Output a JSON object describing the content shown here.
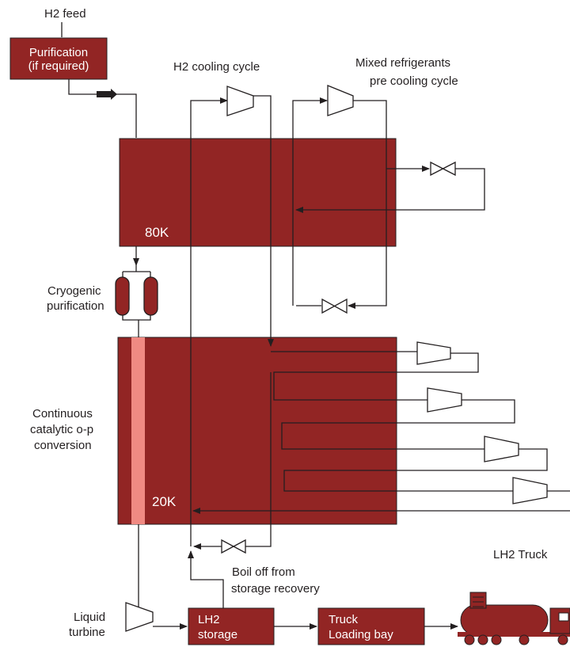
{
  "labels": {
    "h2_feed": "H2 feed",
    "purification_line1": "Purification",
    "purification_line2": "(if required)",
    "h2_cooling_cycle": "H2 cooling cycle",
    "mixed_ref_line1": "Mixed refrigerants",
    "mixed_ref_line2": "pre cooling cycle",
    "temp_80k": "80K",
    "cryogenic_line1": "Cryogenic",
    "cryogenic_line2": "purification",
    "continuous_line1": "Continuous",
    "continuous_line2": "catalytic o-p",
    "continuous_line3": "conversion",
    "temp_20k": "20K",
    "boiloff_line1": "Boil off from",
    "boiloff_line2": "storage recovery",
    "lh2_truck": "LH2 Truck",
    "liquid_line1": "Liquid",
    "liquid_line2": "turbine",
    "lh2_storage_line1": "LH2",
    "lh2_storage_line2": "storage",
    "truck_loading_line1": "Truck",
    "truck_loading_line2": "Loading bay"
  },
  "colors": {
    "process_box": "#922524",
    "conversion_strip": "#f08a83",
    "line": "#231f20",
    "background": "#ffffff"
  },
  "icons": {
    "compressor": "compressor-icon",
    "valve": "valve-icon",
    "adsorber": "adsorber-vessel-icon",
    "truck": "tanker-truck-icon"
  }
}
